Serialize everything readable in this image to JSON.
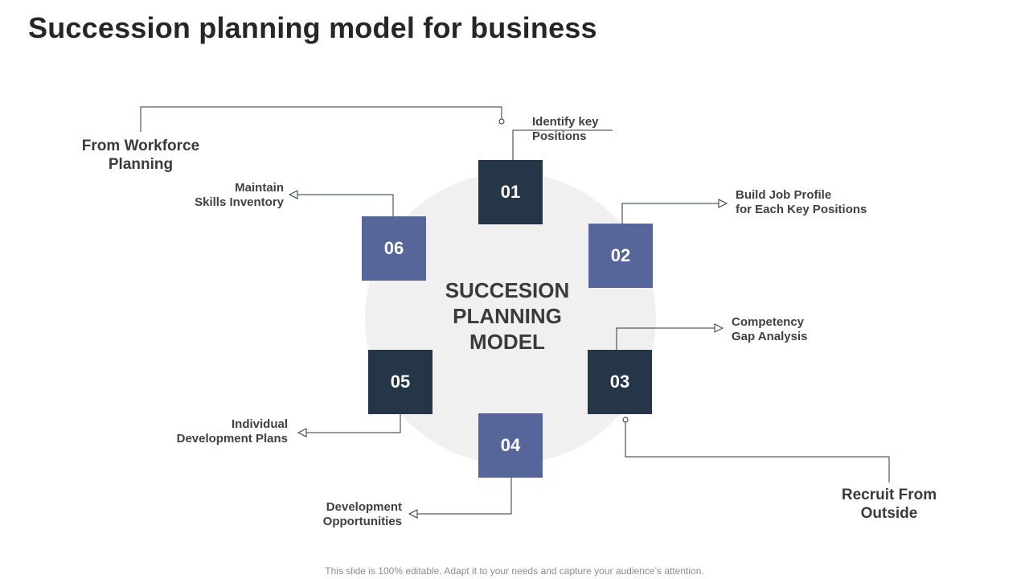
{
  "title": "Succession planning model for business",
  "center": {
    "line1": "SUCCESION",
    "line2": "PLANNING",
    "line3": "MODEL"
  },
  "steps": [
    {
      "number": "01",
      "label_lines": [
        "Identify key",
        "Positions"
      ]
    },
    {
      "number": "02",
      "label_lines": [
        "Build Job Profile",
        "for Each Key Positions"
      ]
    },
    {
      "number": "03",
      "label_lines": [
        "Competency",
        "Gap Analysis"
      ]
    },
    {
      "number": "04",
      "label_lines": [
        "Development",
        "Opportunities"
      ]
    },
    {
      "number": "05",
      "label_lines": [
        "Individual",
        "Development Plans"
      ]
    },
    {
      "number": "06",
      "label_lines": [
        "Maintain",
        "Skills Inventory"
      ]
    }
  ],
  "inputs": {
    "workforce": {
      "line1": "From Workforce",
      "line2": "Planning"
    },
    "outside": {
      "line1": "Recruit From",
      "line2": "Outside"
    }
  },
  "footer": "This slide is 100% editable. Adapt it to your needs and capture your audience’s attention.",
  "colors": {
    "dark_box": "#243648",
    "blue_box": "#56669a",
    "circle": "#f0f0f0",
    "connector": "#243648"
  }
}
